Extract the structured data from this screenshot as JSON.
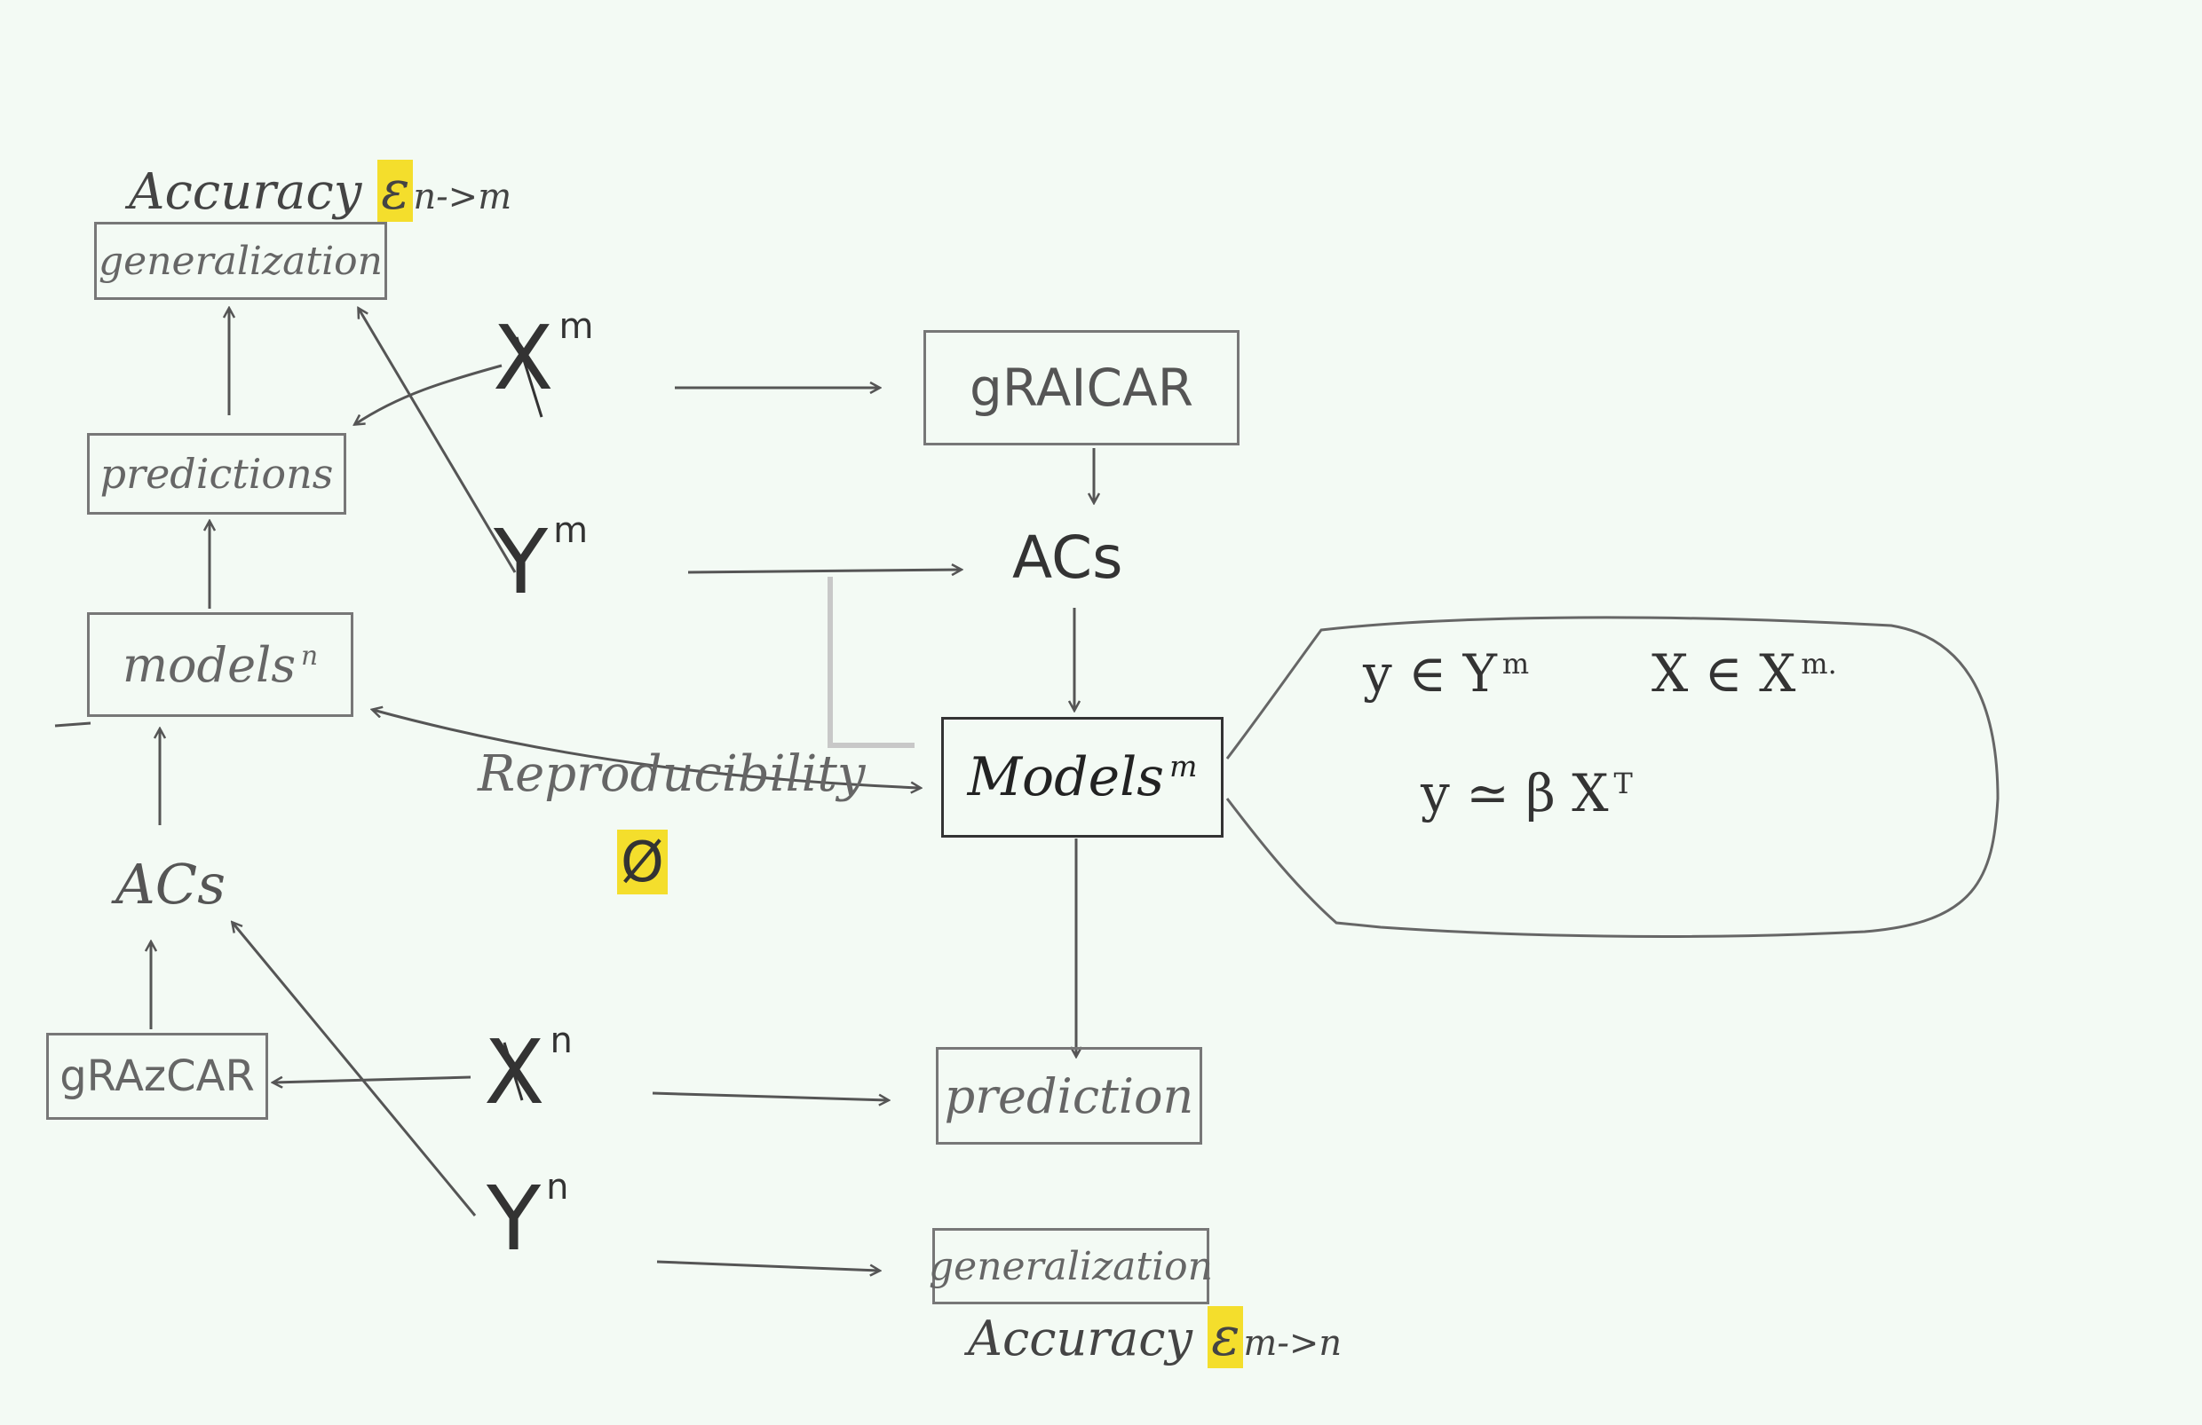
{
  "top_left": {
    "accuracy_label": "Accuracy",
    "accuracy_symbol": "ε",
    "accuracy_sub": "n->m",
    "generalization": "generalization",
    "predictions": "predictions",
    "models": "models",
    "models_sup": "n",
    "acs": "ACs",
    "grazcar": "gRAzCAR"
  },
  "inputs": {
    "x_m": "X",
    "x_m_sup": "m",
    "y_m": "Y",
    "y_m_sup": "m",
    "x_n": "X",
    "x_n_sup": "n",
    "y_n": "Y",
    "y_n_sup": "n"
  },
  "right_column": {
    "gralcar": "gRAICAR",
    "acs": "ACs",
    "models": "Models",
    "models_sup": "m",
    "prediction": "prediction",
    "generalization": "generalization",
    "accuracy_label": "Accuracy",
    "accuracy_symbol": "ε",
    "accuracy_sub": "m->n"
  },
  "middle": {
    "reproducibility": "Reproducibility",
    "phi": "Ø"
  },
  "callout": {
    "line1": "y ∈ Y",
    "line1_sup": "m",
    "line1b": "X ∈ X",
    "line1b_sup": "m.",
    "line2": "y ≃ β X",
    "line2_sup": "T"
  }
}
